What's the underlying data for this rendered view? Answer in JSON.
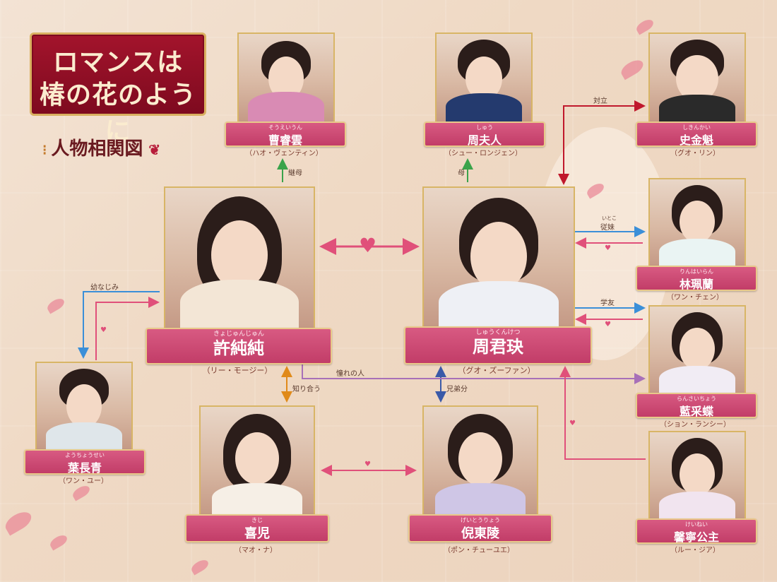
{
  "title": {
    "line1": "ロマンスは",
    "line2": "椿の花のように"
  },
  "subtitle": "人物相関図",
  "characters": {
    "cao": {
      "ruby": "そうえいうん",
      "name": "曹睿雲",
      "actor": "（ハオ・ヴェンティン）"
    },
    "zhou_mother": {
      "ruby": "しゅう",
      "name": "周夫人",
      "actor": "（シュー・ロンジェン）"
    },
    "shi": {
      "ruby": "しきんかい",
      "name": "史金魁",
      "actor": "（グオ・リン）"
    },
    "xu": {
      "ruby": "きょじゅんじゅん",
      "name": "許純純",
      "actor": "（リー・モージー）"
    },
    "zhou": {
      "ruby": "しゅうくんけつ",
      "name": "周君玦",
      "actor": "（グオ・ズーファン）"
    },
    "lin": {
      "ruby": "りんはいらん",
      "name": "林珮蘭",
      "actor": "（ワン・チェン）"
    },
    "lan": {
      "ruby": "らんさいちょう",
      "name": "藍采蝶",
      "actor": "（ション・ランシー）"
    },
    "ye": {
      "ruby": "ようちょうせい",
      "name": "葉長青",
      "actor": "（ワン・ユー）"
    },
    "xier": {
      "ruby": "きじ",
      "name": "喜児",
      "actor": "（マオ・ナ）"
    },
    "ni": {
      "ruby": "げいとうりょう",
      "name": "倪東陵",
      "actor": "（ポン・チューユエ）"
    },
    "princess": {
      "ruby": "けいねい",
      "name": "馨寧公主",
      "actor": "（ルー・ジア）"
    }
  },
  "relations": {
    "stepmother": "継母",
    "mother": "母",
    "rival": "対立",
    "cousin_ruby": "いとこ",
    "cousin": "従妹",
    "classmate": "学友",
    "childhood_friend": "幼なじみ",
    "admired": "憧れの人",
    "acquainted": "知り合う",
    "sworn_brother": "兄弟分",
    "heart": "♥"
  },
  "colors": {
    "plate": "#c23d68",
    "pink_arrow": "#e0507a",
    "blue_arrow": "#3b8fd8",
    "green_arrow": "#3aa34a",
    "red_arrow": "#c0182c",
    "orange_arrow": "#e08a1a",
    "purple_arrow": "#a870b8",
    "navy_arrow": "#3a5aa8"
  }
}
